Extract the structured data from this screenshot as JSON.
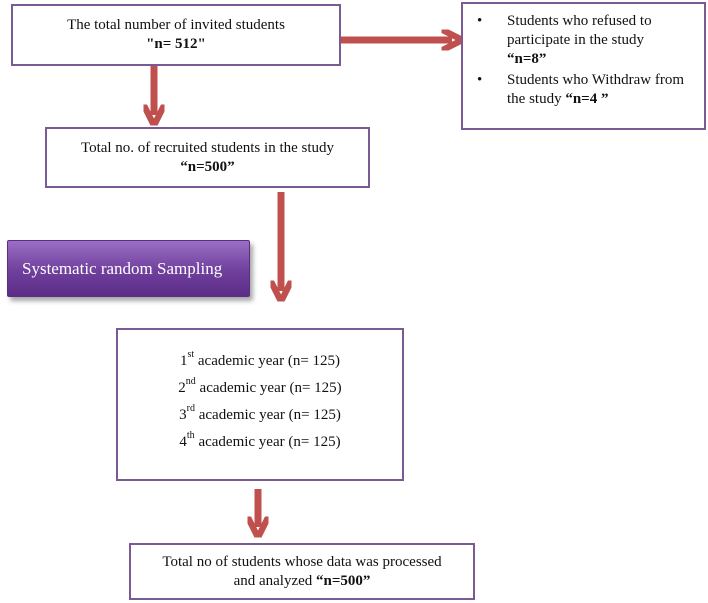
{
  "boxes": {
    "invited": {
      "line1": "The total number of invited students",
      "line2": "\"n= 512\""
    },
    "refused": {
      "items": [
        {
          "text": "Students who refused to participate in the study",
          "count": "“n=8”"
        },
        {
          "text": "Students who Withdraw from the study",
          "count": "“n=4 ”"
        }
      ]
    },
    "recruited": {
      "line1": "Total no. of recruited students in the study",
      "line2": "“n=500”"
    },
    "sampling": {
      "label": "Systematic random Sampling"
    },
    "years": {
      "rows": [
        {
          "num": "1",
          "sup": "st",
          "text": " academic year (n= 125)"
        },
        {
          "num": "2",
          "sup": "nd",
          "text": "  academic year (n= 125)"
        },
        {
          "num": "3",
          "sup": "rd",
          "text": "  academic year (n= 125)"
        },
        {
          "num": "4",
          "sup": "th",
          "text": "  academic year (n= 125)"
        }
      ]
    },
    "processed": {
      "line1": "Total no of students whose data was processed",
      "line2a": "and analyzed ",
      "line2b": "“n=500”"
    }
  },
  "colors": {
    "border": "#7a5a92",
    "arrow": "#c0504d",
    "sampling_fill": "#7030a0"
  }
}
